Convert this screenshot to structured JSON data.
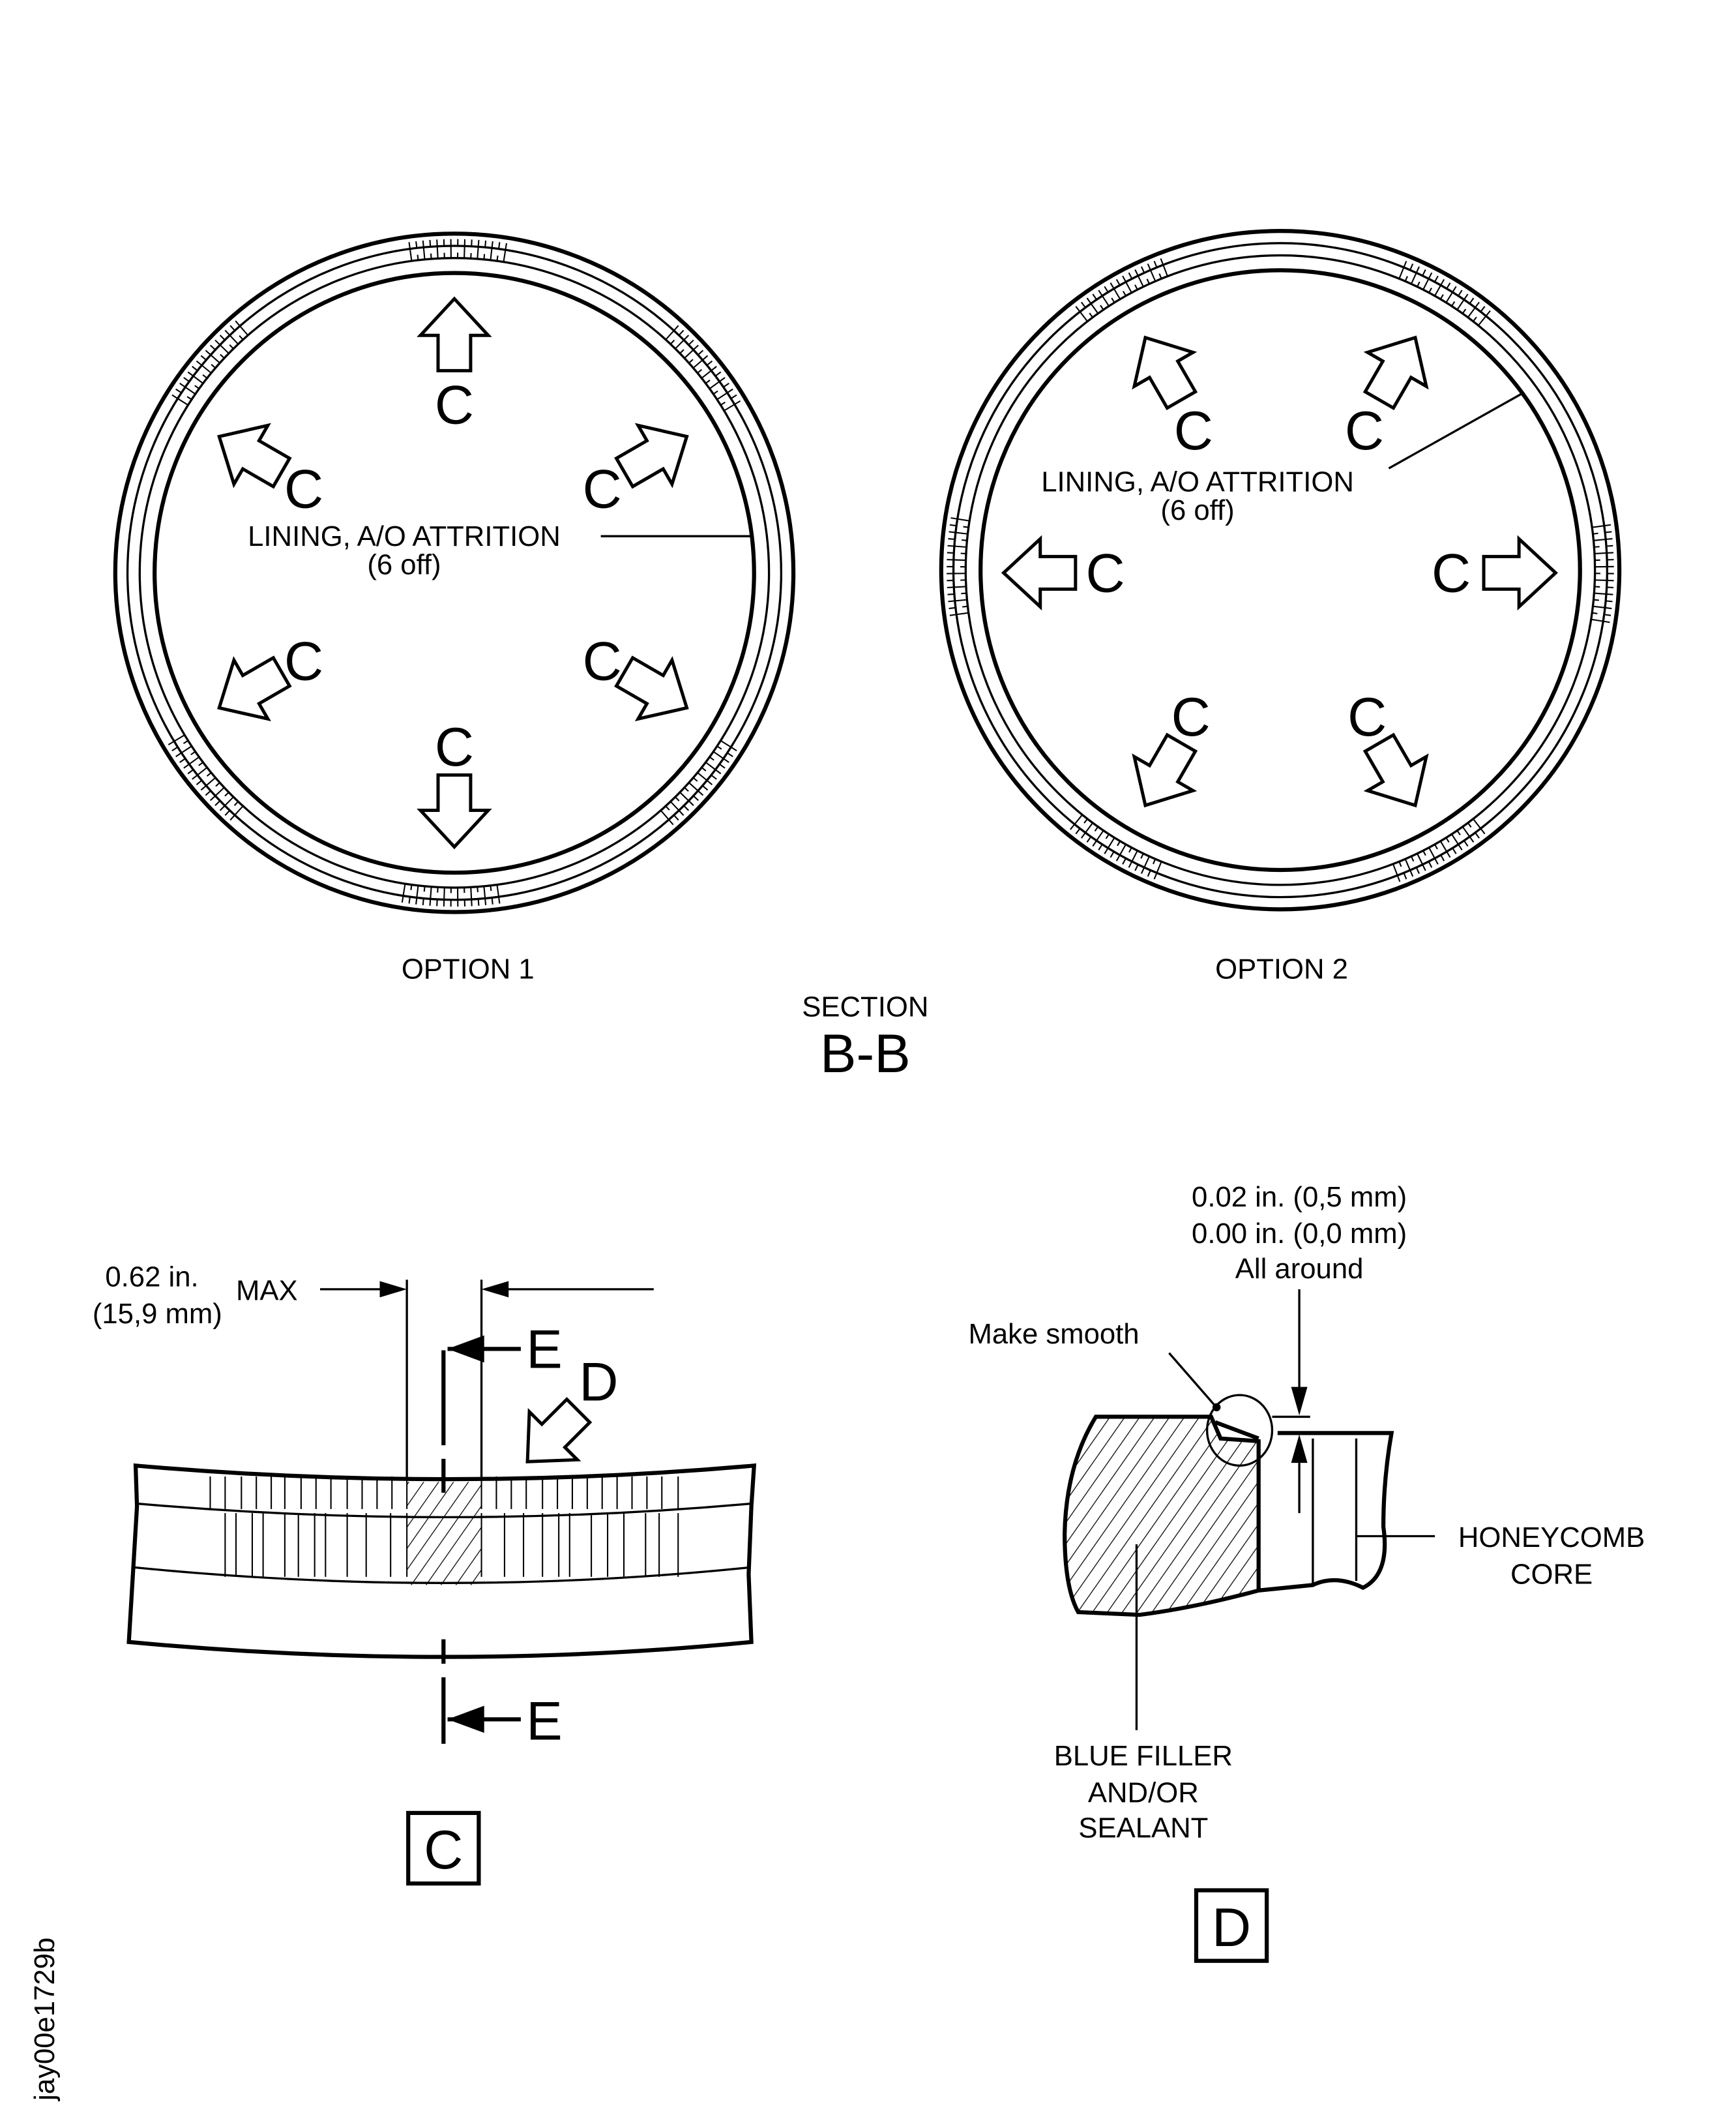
{
  "section": {
    "label": "SECTION",
    "name": "B-B"
  },
  "option1": {
    "title": "OPTION 1",
    "lining_label": "LINING, A/O ATTRITION",
    "lining_count": "(6 off)",
    "arrow_label": "C"
  },
  "option2": {
    "title": "OPTION 2",
    "lining_label": "LINING, A/O ATTRITION",
    "lining_count": "(6 off)",
    "arrow_label": "C"
  },
  "detail_c": {
    "title": "C",
    "dim_in": "0.62 in.",
    "dim_mm": "(15,9 mm)",
    "dim_max": "MAX",
    "section_mark": "E",
    "view_mark": "D"
  },
  "detail_d": {
    "title": "D",
    "tol_line1": "0.02 in. (0,5 mm)",
    "tol_line2": "0.00 in. (0,0 mm)",
    "tol_line3": "All around",
    "make_smooth": "Make smooth",
    "honeycomb_1": "HONEYCOMB",
    "honeycomb_2": "CORE",
    "filler_1": "BLUE FILLER",
    "filler_2": "AND/OR",
    "filler_3": "SEALANT"
  },
  "figure_id": "jay00e1729b"
}
